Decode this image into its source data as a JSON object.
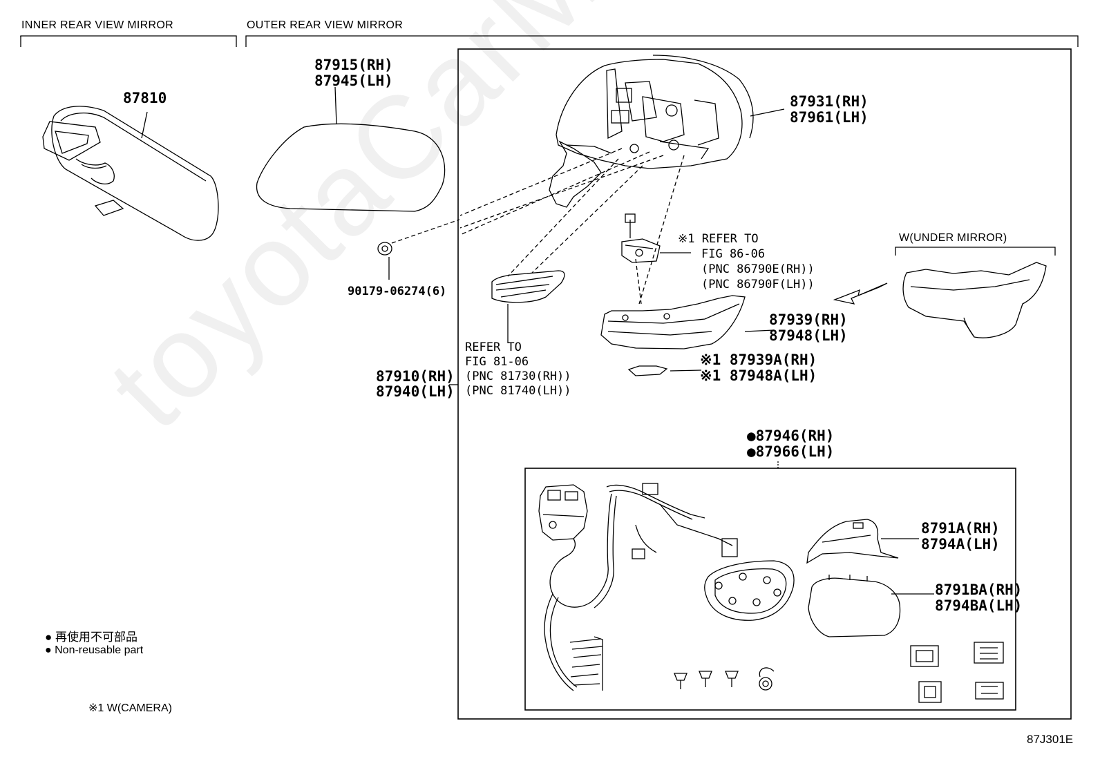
{
  "headers": {
    "inner": "INNER REAR VIEW MIRROR",
    "outer": "OUTER REAR VIEW MIRROR",
    "under_mirror": "W(UNDER MIRROR)"
  },
  "parts": {
    "p87810": "87810",
    "p87915": "87915(RH)",
    "p87945": "87945(LH)",
    "p87931": "87931(RH)",
    "p87961": "87961(LH)",
    "p90179": "90179-06274(6)",
    "p87910": "87910(RH)",
    "p87940": "87940(LH)",
    "p87939": "87939(RH)",
    "p87948": "87948(LH)",
    "p87939A": "※1 87939A(RH)",
    "p87948A": "※1 87948A(LH)",
    "p87946": "●87946(RH)",
    "p87966": "●87966(LH)",
    "p8791A": "8791A(RH)",
    "p8794A": "8794A(LH)",
    "p8791BA": "8791BA(RH)",
    "p8794BA": "8794BA(LH)"
  },
  "refs": {
    "refer_fig86": "※1 REFER TO",
    "fig86": "FIG 86-06",
    "pnc86790e": "(PNC 86790E(RH))",
    "pnc86790f": "(PNC 86790F(LH))",
    "refer_fig81": "REFER TO",
    "fig81": "FIG 81-06",
    "pnc81730": "(PNC 81730(RH))",
    "pnc81740": "(PNC 81740(LH))"
  },
  "legend": {
    "jp": "● 再使用不可部品",
    "en": "● Non-reusable part",
    "camera": "※1 W(CAMERA)"
  },
  "diagram_code": "87J301E",
  "watermark": "toyotaCarMine.ru"
}
